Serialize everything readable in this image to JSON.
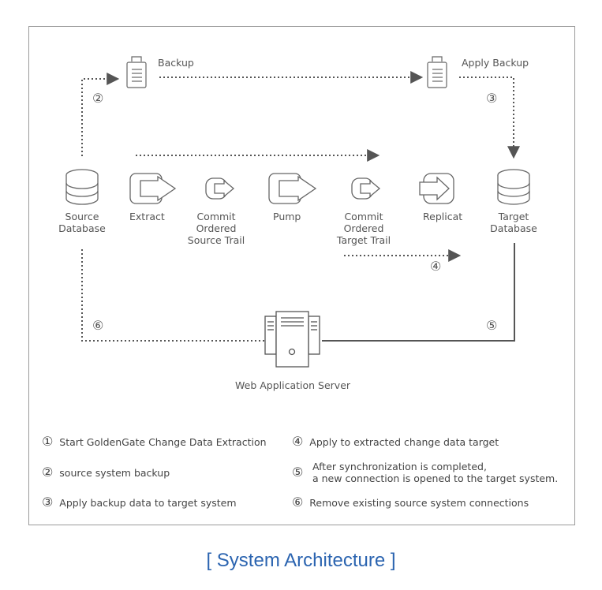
{
  "nodes": {
    "source_db": {
      "label_line1": "Source",
      "label_line2": "Database",
      "icon": "database-icon"
    },
    "extract": {
      "label": "Extract",
      "icon": "process-arrow-icon"
    },
    "commit_source": {
      "label_line1": "Commit",
      "label_line2": "Ordered",
      "label_line3": "Source Trail",
      "icon": "trail-icon"
    },
    "pump": {
      "label": "Pump",
      "icon": "process-arrow-icon"
    },
    "commit_target": {
      "label_line1": "Commit",
      "label_line2": "Ordered",
      "label_line3": "Target Trail",
      "icon": "trail-icon"
    },
    "replicat": {
      "label": "Replicat",
      "icon": "replicat-icon"
    },
    "target_db": {
      "label_line1": "Target",
      "label_line2": "Database",
      "icon": "database-icon"
    },
    "backup": {
      "label": "Backup",
      "icon": "document-icon"
    },
    "apply_backup": {
      "label": "Apply Backup",
      "icon": "document-icon"
    },
    "web_server": {
      "label": "Web Application Server",
      "icon": "server-icon"
    }
  },
  "step_markers": {
    "m2": "②",
    "m3": "③",
    "m4": "④",
    "m5": "⑤",
    "m6": "⑥"
  },
  "legend": [
    {
      "num": "①",
      "text": "Start GoldenGate Change Data Extraction"
    },
    {
      "num": "②",
      "text": "source system backup"
    },
    {
      "num": "③",
      "text": "Apply backup data to target system"
    },
    {
      "num": "④",
      "text": "Apply to extracted change data target"
    },
    {
      "num": "⑤",
      "text_line1": "After synchronization is completed,",
      "text_line2": "a new connection is opened to the target system."
    },
    {
      "num": "⑥",
      "text": "Remove existing source system connections"
    }
  ],
  "caption": "[ System Architecture ]",
  "colors": {
    "accent": "#2b64b0",
    "line": "#555555",
    "border": "#9a9a9a"
  }
}
